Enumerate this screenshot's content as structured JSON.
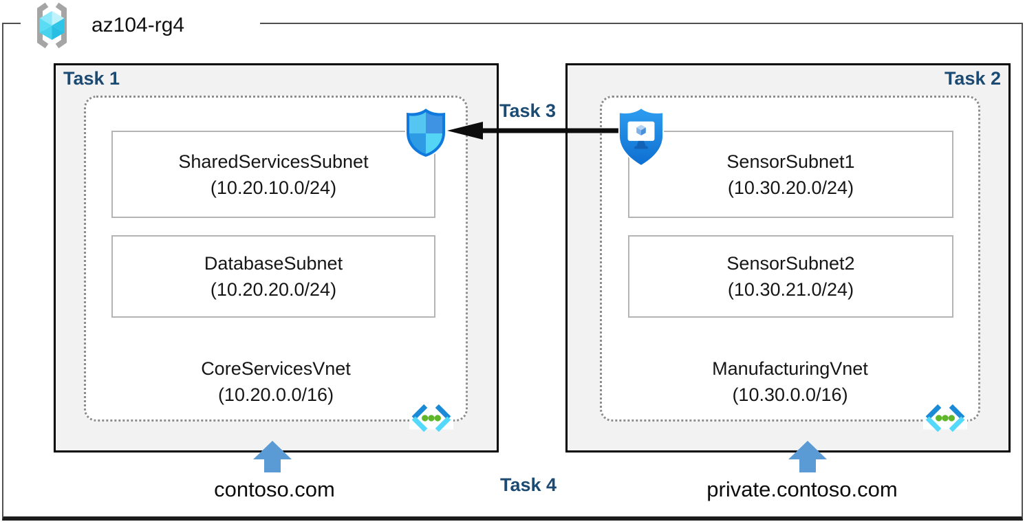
{
  "resource_group": {
    "name": "az104-rg4"
  },
  "left_vnet": {
    "task_label": "Task 1",
    "name": "CoreServicesVnet",
    "cidr": "(10.20.0.0/16)",
    "subnets": [
      {
        "name": "SharedServicesSubnet",
        "cidr": "(10.20.10.0/24)"
      },
      {
        "name": "DatabaseSubnet",
        "cidr": "(10.20.20.0/24)"
      }
    ],
    "dns_zone": "contoso.com"
  },
  "right_vnet": {
    "task_label": "Task 2",
    "name": "ManufacturingVnet",
    "cidr": "(10.30.0.0/16)",
    "subnets": [
      {
        "name": "SensorSubnet1",
        "cidr": "(10.30.20.0/24)"
      },
      {
        "name": "SensorSubnet2",
        "cidr": "(10.30.21.0/24)"
      }
    ],
    "dns_zone": "private.contoso.com"
  },
  "peering": {
    "task_label": "Task 3"
  },
  "dns": {
    "task_label": "Task 4"
  },
  "icons": {
    "resource_group": "resource-group-icon",
    "left_shield": "network-security-group-icon",
    "right_shield": "bastion-icon",
    "vnet": "virtual-network-icon"
  },
  "colors": {
    "task_label": "#1b4a73",
    "task_box_fill": "#f2f2f2",
    "task_box_border": "#000000",
    "dashed_border": "#8d8d8d",
    "subnet_border": "#b4b4b4",
    "outer_frame": "#4f4f4f",
    "connector_black": "#0d0d0d",
    "dns_arrow_blue": "#5b9bd5",
    "azure_blue": "#1583e8",
    "cyan_light": "#55d5f6",
    "green_dot": "#5fb62a"
  }
}
